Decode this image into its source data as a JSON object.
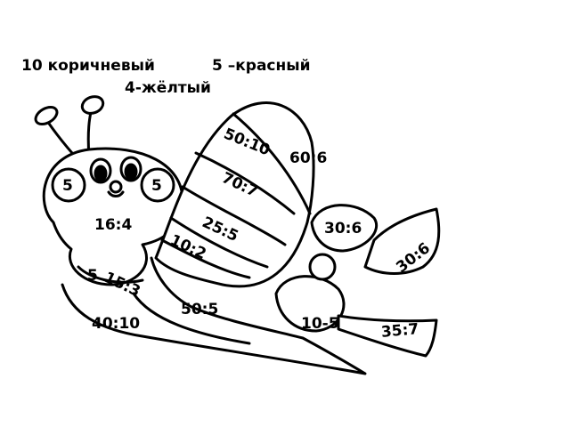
{
  "legend": {
    "brown": "10 коричневый",
    "red": "5 –красный",
    "yellow": "4-жёлтый"
  },
  "regions": {
    "cheek_left": "5",
    "cheek_right": "5",
    "neck": "16:4",
    "collar": "5",
    "collar_diag": "15:3",
    "shell_top_a": "50:10",
    "shell_top_b": "60:6",
    "shell_mid": "70:7",
    "shell_band": "25:5",
    "shell_low": "10:2",
    "bow_left": "30:6",
    "ribbon_right": "30:6",
    "body": "50:5",
    "tail": "40:10",
    "bow_bottom": "10-5",
    "ribbon_end": "35:7"
  },
  "colors": {
    "outline": "#000000",
    "fill": "#ffffff"
  }
}
